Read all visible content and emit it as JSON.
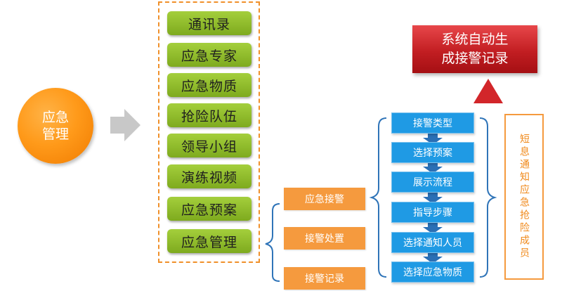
{
  "center_node": {
    "label": "应急\n管理"
  },
  "menu_items": [
    "通讯录",
    "应急专家",
    "应急物质",
    "抢险队伍",
    "领导小组",
    "演练视频",
    "应急预案",
    "应急管理"
  ],
  "sub_items": [
    "应急接警",
    "接警处置",
    "接警记录"
  ],
  "steps": [
    "接警类型",
    "选择预案",
    "展示流程",
    "指导步骤",
    "选择通知人员",
    "选择应急物质"
  ],
  "auto_record": {
    "label": "系统自动生\n成接警记录"
  },
  "notify_box": {
    "label": "短息通知应急抢险成员"
  },
  "colors": {
    "orange": "#f59a3e",
    "green": "#8cba2a",
    "blue": "#1f9ae4",
    "red": "#c21e22",
    "arrow_gray": "#c8c8c8"
  }
}
